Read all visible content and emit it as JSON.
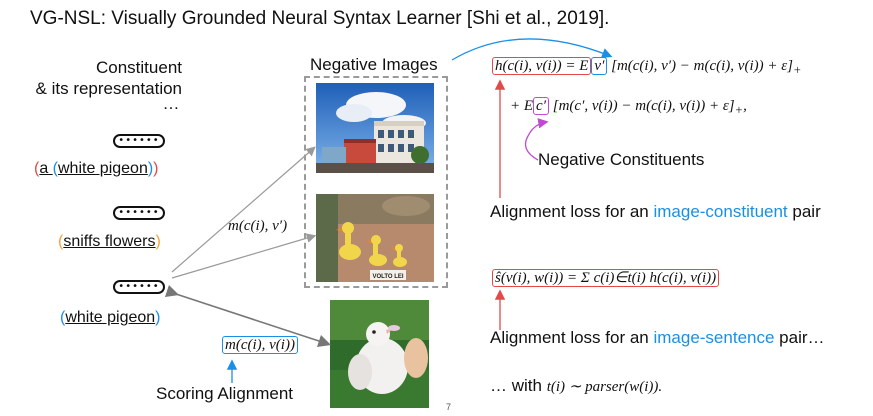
{
  "title": "VG-NSL: Visually Grounded Neural Syntax Learner [Shi et al., 2019].",
  "left": {
    "header_line1": "Constituent",
    "header_line2": "& its representation",
    "ellipsis": "…",
    "pill_dots": "••••••",
    "phrase1": {
      "open1": "(",
      "a": "a ",
      "open2": "(",
      "words": "white pigeon",
      "close2": ")",
      "close1": ")"
    },
    "phrase2": {
      "open": "(",
      "words": "sniffs flowers",
      "close": ")"
    },
    "phrase3": {
      "open": "(",
      "words": "white pigeon",
      "close": ")"
    }
  },
  "middle": {
    "negative_images_label": "Negative Images",
    "score_pos": "m(c(i), v′)",
    "score_main": "m(c(i), v(i))",
    "scoring_alignment": "Scoring Alignment",
    "photo_sign_text": "VOLTO LEI"
  },
  "right": {
    "eq1_line1_lhs": "h(c(i), v(i)) = E",
    "eq1_line1_sub": "v′",
    "eq1_line1_rhs": "[m(c(i), v′) − m(c(i), v(i)) + ε]",
    "eq1_line1_plus": "+",
    "eq1_line2_lhs": "+ E",
    "eq1_line2_sub": "c′",
    "eq1_line2_rhs": "[m(c′, v(i)) − m(c(i), v(i)) + ε]",
    "eq1_line2_plus": "+",
    "eq1_line2_tail": ",",
    "negative_constituents": "Negative Constituents",
    "alignment_loss_1_prefix": "Alignment loss for an ",
    "alignment_loss_1_highlight": "image-constituent",
    "alignment_loss_1_suffix": " pair",
    "eq2": "ŝ(v(i), w(i)) = Σ c(i)∈t(i) h(c(i), v(i))",
    "alignment_loss_2_prefix": "Alignment loss for an ",
    "alignment_loss_2_highlight": "image-sentence",
    "alignment_loss_2_suffix": " pair…",
    "with_line_prefix": "… with ",
    "with_line_math": "t(i) ∼ parser(w(i)).",
    "page_number": "7"
  },
  "colors": {
    "blue": "#1b8fe6",
    "red": "#e24a4a",
    "orange": "#f0a33b",
    "purple": "#c04ad2",
    "arrow_gray": "#9a9a9a"
  }
}
